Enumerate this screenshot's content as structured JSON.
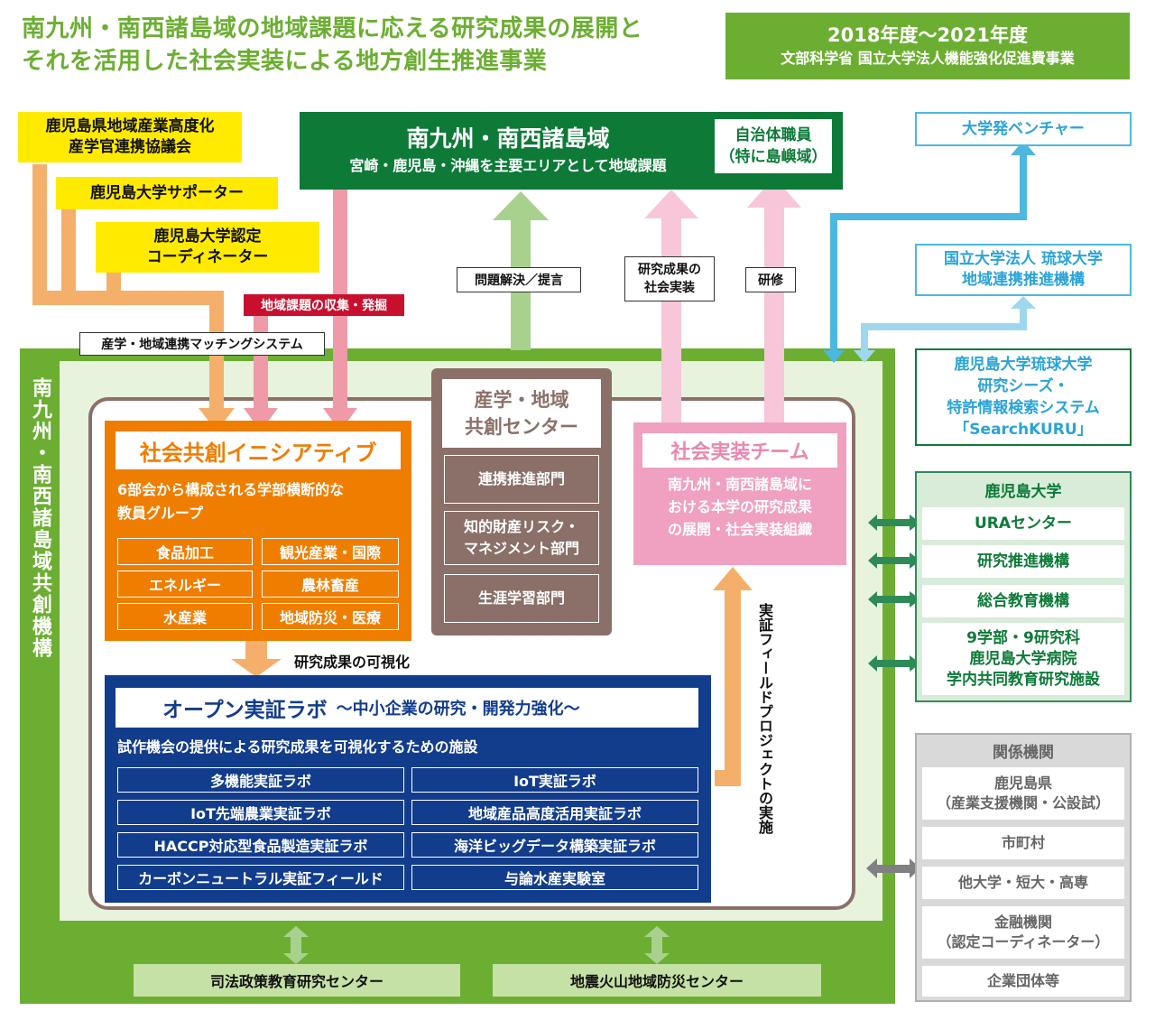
{
  "title": {
    "line1": "南九州・南西諸島域の地域課題に応える研究成果の展開と",
    "line2": "それを活用した社会実装による地方創生推進事業"
  },
  "period": {
    "years": "2018年度〜2021年度",
    "program": "文部科学省 国立大学法人機能強化促進費事業"
  },
  "partners_left": {
    "council": [
      "鹿児島県地域産業高度化",
      "産学官連携協議会"
    ],
    "supporter": "鹿児島大学サポーター",
    "coordinator": [
      "鹿児島大学認定",
      "コーディネーター"
    ]
  },
  "region_box": {
    "title": "南九州・南西諸島域",
    "subtitle": "宮崎・鹿児島・沖縄を主要エリアとして地域課題",
    "officials": [
      "自治体職員",
      "（特に島嶼域）"
    ]
  },
  "right_partners": {
    "venture": "大学発ベンチャー",
    "ryukyu": [
      "国立大学法人 琉球大学",
      "地域連携推進機構"
    ],
    "search": [
      "鹿児島大学琉球大学",
      "研究シーズ・",
      "特許情報検索システム",
      "「SearchKURU」"
    ]
  },
  "labels": {
    "collection": "地域課題の収集・発掘",
    "matching": "産学・地域連携マッチングシステム",
    "problem": "問題解決／提言",
    "implement": [
      "研究成果の",
      "社会実装"
    ],
    "training": "研修",
    "visualize": "研究成果の可視化",
    "field_project": "実証フィールドプロジェクトの実施"
  },
  "organization": {
    "name_vertical": "南九州・南西諸島域共創機構"
  },
  "initiative": {
    "title": "社会共創イニシアティブ",
    "description": [
      "6部会から構成される学部横断的な",
      "教員グループ"
    ],
    "groups": [
      "食品加工",
      "観光産業・国際",
      "エネルギー",
      "農林畜産",
      "水産業",
      "地域防災・医療"
    ]
  },
  "center": {
    "title": [
      "産学・地域",
      "共創センター"
    ],
    "departments": [
      [
        "連携推進部門"
      ],
      [
        "知的財産リスク・",
        "マネジメント部門"
      ],
      [
        "生涯学習部門"
      ]
    ]
  },
  "team": {
    "title": "社会実装チーム",
    "description": [
      "南九州・南西諸島域に",
      "おける本学の研究成果",
      "の展開・社会実装組織"
    ]
  },
  "lab": {
    "title": "オープン実証ラボ",
    "subtitle": "〜中小企業の研究・開発力強化〜",
    "description": "試作機会の提供による研究成果を可視化するための施設",
    "facilities": [
      "多機能実証ラボ",
      "IoT実証ラボ",
      "IoT先端農業実証ラボ",
      "地域産品高度活用実証ラボ",
      "HACCP対応型食品製造実証ラボ",
      "海洋ビッグデータ構築実証ラボ",
      "カーボンニュートラル実証フィールド",
      "与論水産実験室"
    ]
  },
  "kagoshima_univ": {
    "header": "鹿児島大学",
    "items": [
      [
        "URAセンター"
      ],
      [
        "研究推進機構"
      ],
      [
        "総合教育機構"
      ],
      [
        "9学部・9研究科",
        "鹿児島大学病院",
        "学内共同教育研究施設"
      ]
    ]
  },
  "related": {
    "header": "関係機関",
    "items": [
      [
        "鹿児島県",
        "（産業支援機関・公設試）"
      ],
      [
        "市町村"
      ],
      [
        "他大学・短大・高専"
      ],
      [
        "金融機関",
        "（認定コーディネーター）"
      ],
      [
        "企業団体等"
      ]
    ]
  },
  "external_centers": [
    "司法政策教育研究センター",
    "地震火山地域防災センター"
  ],
  "colors": {
    "brand_green": "#6cae32",
    "dark_green": "#0d7a38",
    "orange": "#ef7d00",
    "brown": "#8a7068",
    "pink": "#f0a0c0",
    "navy": "#123c8c",
    "cyan": "#4cb8e0",
    "yellow": "#ffea00",
    "red": "#c8102e"
  }
}
